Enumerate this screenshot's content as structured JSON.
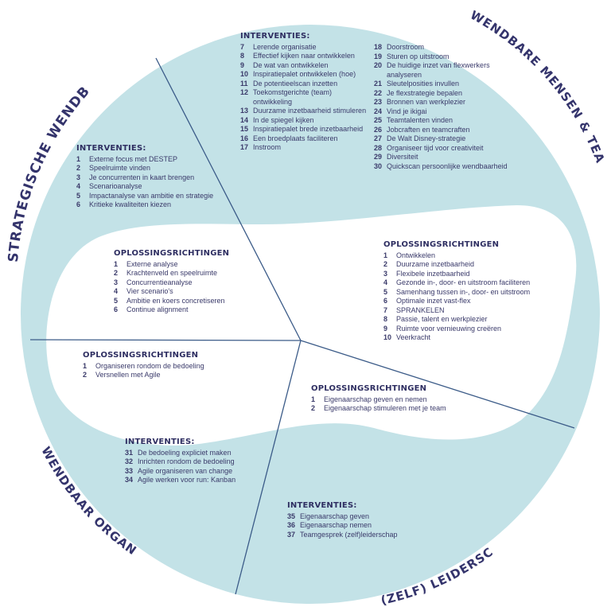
{
  "colors": {
    "circle": "#c3e2e7",
    "blob": "#ffffff",
    "lines": "#3b5b88",
    "text": "#3a3a6a",
    "title": "#34346c"
  },
  "sections": {
    "strategisch": "STRATEGISCHE WENDBAARHEID",
    "mensen": "WENDBARE MENSEN & TEAMS",
    "organiseren": "WENDBAAR ORGANISEREN",
    "leiderschap": "(ZELF) LEIDERSCHAP"
  },
  "blocks": {
    "strat_int": {
      "heading": "INTERVENTIES:",
      "items": [
        {
          "n": "1",
          "t": "Externe focus met DESTEP"
        },
        {
          "n": "2",
          "t": "Speelruimte vinden"
        },
        {
          "n": "3",
          "t": "Je concurrenten in kaart brengen"
        },
        {
          "n": "4",
          "t": "Scenarioanalyse"
        },
        {
          "n": "5",
          "t": "Impactanalyse van ambitie en strategie"
        },
        {
          "n": "6",
          "t": "Kritieke kwaliteiten kiezen"
        }
      ]
    },
    "strat_opl": {
      "heading": "OPLOSSINGSRICHTINGEN",
      "items": [
        {
          "n": "1",
          "t": "Externe analyse"
        },
        {
          "n": "2",
          "t": "Krachtenveld en speelruimte"
        },
        {
          "n": "3",
          "t": "Concurrentieanalyse"
        },
        {
          "n": "4",
          "t": "Vier scenario's"
        },
        {
          "n": "5",
          "t": "Ambitie en koers concretiseren"
        },
        {
          "n": "6",
          "t": "Continue alignment"
        }
      ]
    },
    "mensen_int_a": {
      "heading": "INTERVENTIES:",
      "items": [
        {
          "n": "7",
          "t": "Lerende organisatie"
        },
        {
          "n": "8",
          "t": "Effectief kijken naar ontwikkelen"
        },
        {
          "n": "9",
          "t": "De wat van ontwikkelen"
        },
        {
          "n": "10",
          "t": "Inspiratiepalet ontwikkelen (hoe)"
        },
        {
          "n": "11",
          "t": "De potentieelscan inzetten"
        },
        {
          "n": "12",
          "t": "Toekomstgerichte (team) ontwikkeling"
        },
        {
          "n": "13",
          "t": "Duurzame inzetbaarheid stimuleren"
        },
        {
          "n": "14",
          "t": "In de spiegel kijken"
        },
        {
          "n": "15",
          "t": "Inspiratiepalet brede inzetbaarheid"
        },
        {
          "n": "16",
          "t": "Een broedplaats faciliteren"
        },
        {
          "n": "17",
          "t": "Instroom"
        }
      ]
    },
    "mensen_int_b": {
      "items": [
        {
          "n": "18",
          "t": "Doorstroom"
        },
        {
          "n": "19",
          "t": "Sturen op uitstroom"
        },
        {
          "n": "20",
          "t": "De huidige inzet van flexwerkers analyseren"
        },
        {
          "n": "21",
          "t": "Sleutelposities invullen"
        },
        {
          "n": "22",
          "t": "Je flexstrategie bepalen"
        },
        {
          "n": "23",
          "t": "Bronnen van werkplezier"
        },
        {
          "n": "24",
          "t": "Vind je ikigai"
        },
        {
          "n": "25",
          "t": "Teamtalenten vinden"
        },
        {
          "n": "26",
          "t": "Jobcraften en teamcraften"
        },
        {
          "n": "27",
          "t": "De Walt Disney-strategie"
        },
        {
          "n": "28",
          "t": "Organiseer tijd voor creativiteit"
        },
        {
          "n": "29",
          "t": "Diversiteit"
        },
        {
          "n": "30",
          "t": "Quickscan persoonlijke wendbaarheid"
        }
      ]
    },
    "mensen_opl": {
      "heading": "OPLOSSINGSRICHTINGEN",
      "items": [
        {
          "n": "1",
          "t": "Ontwikkelen"
        },
        {
          "n": "2",
          "t": "Duurzame inzetbaarheid"
        },
        {
          "n": "3",
          "t": "Flexibele inzetbaarheid"
        },
        {
          "n": "4",
          "t": "Gezonde in-, door- en uitstroom faciliteren"
        },
        {
          "n": "5",
          "t": "Samenhang tussen in-, door- en uitstroom"
        },
        {
          "n": "6",
          "t": "Optimale inzet vast-flex"
        },
        {
          "n": "7",
          "t": "SPRANKELEN"
        },
        {
          "n": "8",
          "t": "Passie, talent en werkplezier"
        },
        {
          "n": "9",
          "t": "Ruimte voor vernieuwing creëren"
        },
        {
          "n": "10",
          "t": "Veerkracht"
        }
      ]
    },
    "org_opl": {
      "heading": "OPLOSSINGSRICHTINGEN",
      "items": [
        {
          "n": "1",
          "t": "Organiseren rondom de bedoeling"
        },
        {
          "n": "2",
          "t": "Versnellen met Agile"
        }
      ]
    },
    "org_int": {
      "heading": "INTERVENTIES:",
      "items": [
        {
          "n": "31",
          "t": "De bedoeling expliciet maken"
        },
        {
          "n": "32",
          "t": "Inrichten rondom de bedoeling"
        },
        {
          "n": "33",
          "t": "Agile organiseren van change"
        },
        {
          "n": "34",
          "t": "Agile werken voor run: Kanban"
        }
      ]
    },
    "leid_opl": {
      "heading": "OPLOSSINGSRICHTINGEN",
      "items": [
        {
          "n": "1",
          "t": "Eigenaarschap geven en nemen"
        },
        {
          "n": "2",
          "t": "Eigenaarschap stimuleren met je team"
        }
      ]
    },
    "leid_int": {
      "heading": "INTERVENTIES:",
      "items": [
        {
          "n": "35",
          "t": "Eigenaarschap geven"
        },
        {
          "n": "36",
          "t": "Eigenaarschap nemen"
        },
        {
          "n": "37",
          "t": "Teamgesprek (zelf)leiderschap"
        }
      ]
    }
  }
}
